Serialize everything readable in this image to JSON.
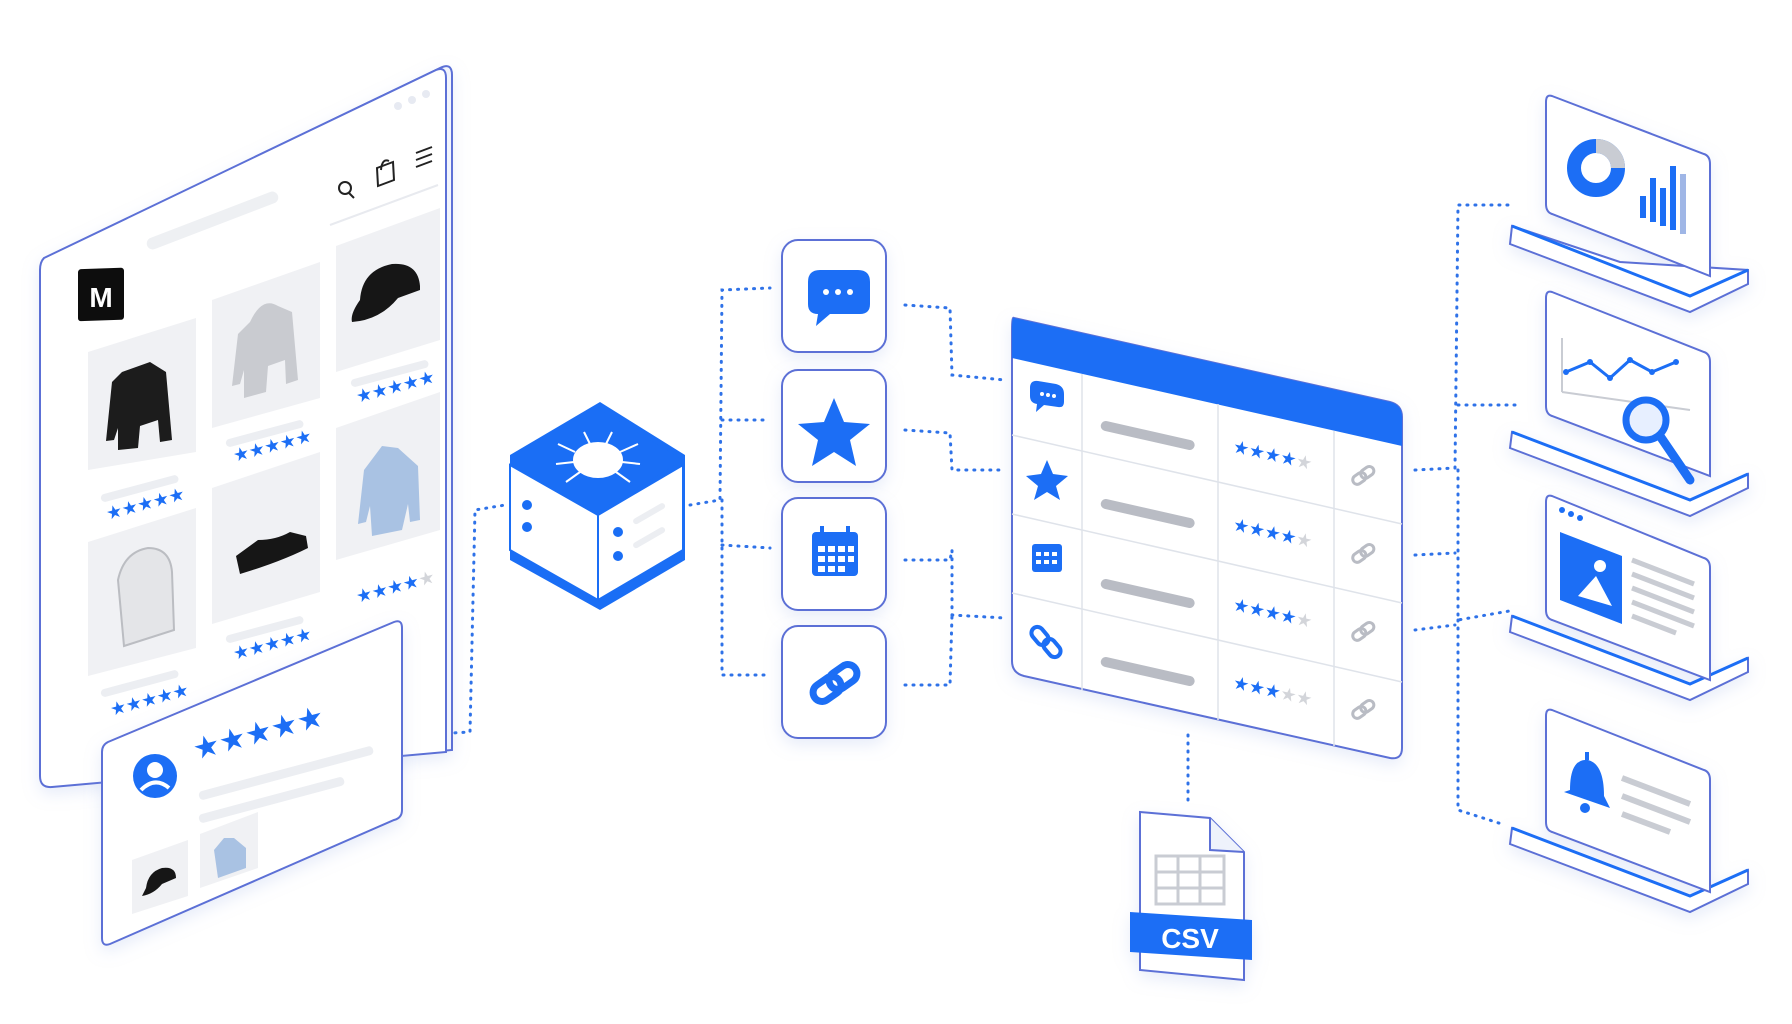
{
  "brand": {
    "logo_letter": "M"
  },
  "csv": {
    "label": "CSV"
  },
  "colors": {
    "accent": "#1a6ef5",
    "accent_dark": "#1256c9",
    "outline": "#5b6fd6",
    "panel_shadow": "#dfe6f7",
    "gray": "#b9bcc4",
    "light_gray": "#eef0f3",
    "dot_line": "#2f72e8"
  },
  "store": {
    "icons": [
      "search-icon",
      "shopping-bag-icon",
      "menu-icon"
    ],
    "products": [
      {
        "name": "black-jacket",
        "stars": 5
      },
      {
        "name": "gray-hoodie",
        "stars": 5
      },
      {
        "name": "black-cap",
        "stars": 5
      },
      {
        "name": "backpack",
        "stars": 5
      },
      {
        "name": "black-sneaker",
        "stars": 5
      },
      {
        "name": "blue-shirt",
        "stars": 4
      }
    ]
  },
  "review_card": {
    "stars": 5,
    "thumbnails": [
      "black-cap",
      "blue-shirt"
    ]
  },
  "scraper": {
    "icon": "bug-icon"
  },
  "data_types": [
    "chat-icon",
    "star-icon",
    "calendar-icon",
    "link-icon"
  ],
  "table": {
    "rows": [
      {
        "icon": "chat-icon",
        "stars": 4
      },
      {
        "icon": "star-icon",
        "stars": 4
      },
      {
        "icon": "calendar-icon",
        "stars": 4
      },
      {
        "icon": "link-icon",
        "stars": 3
      }
    ]
  },
  "outputs": [
    "analytics-dashboard",
    "trend-search",
    "web-page-content",
    "notification-alert"
  ]
}
